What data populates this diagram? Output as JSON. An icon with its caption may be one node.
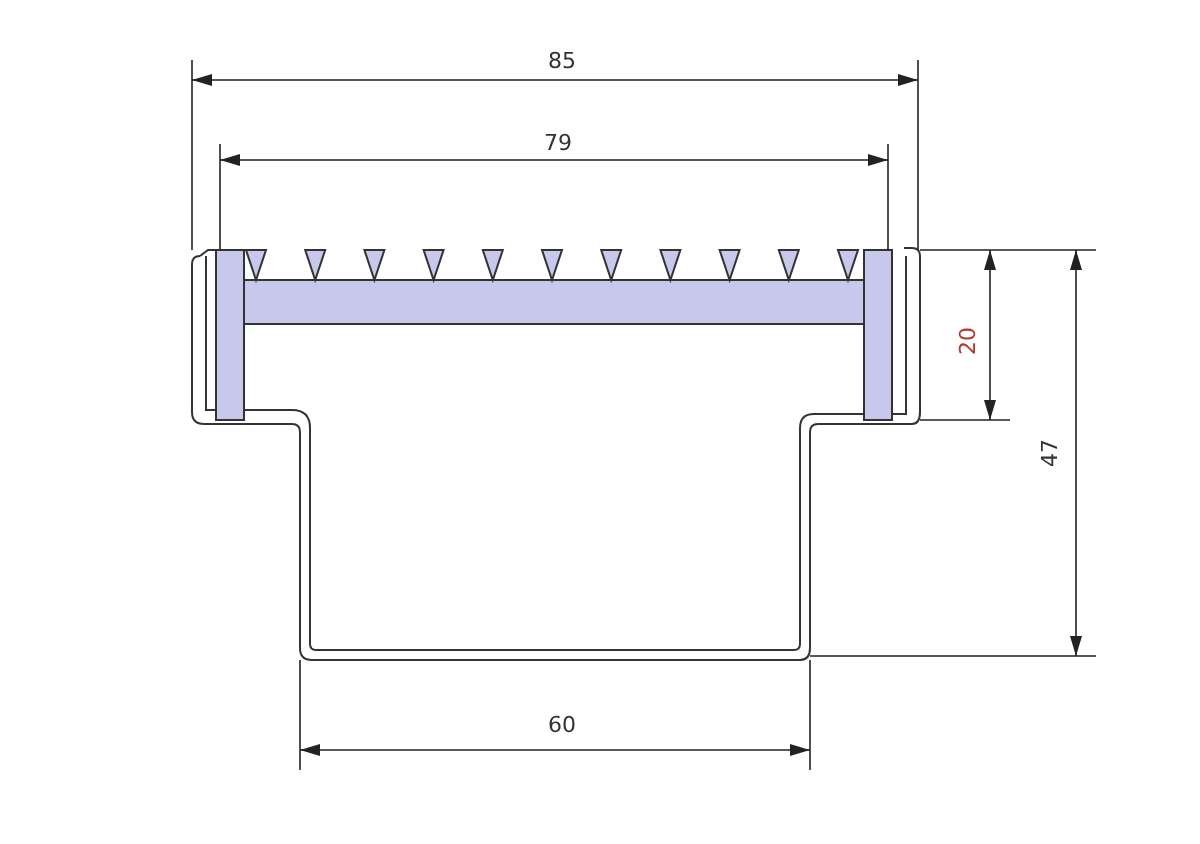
{
  "diagram": {
    "labels": [
      "85",
      "79",
      "20",
      "47",
      "60"
    ]
  }
}
